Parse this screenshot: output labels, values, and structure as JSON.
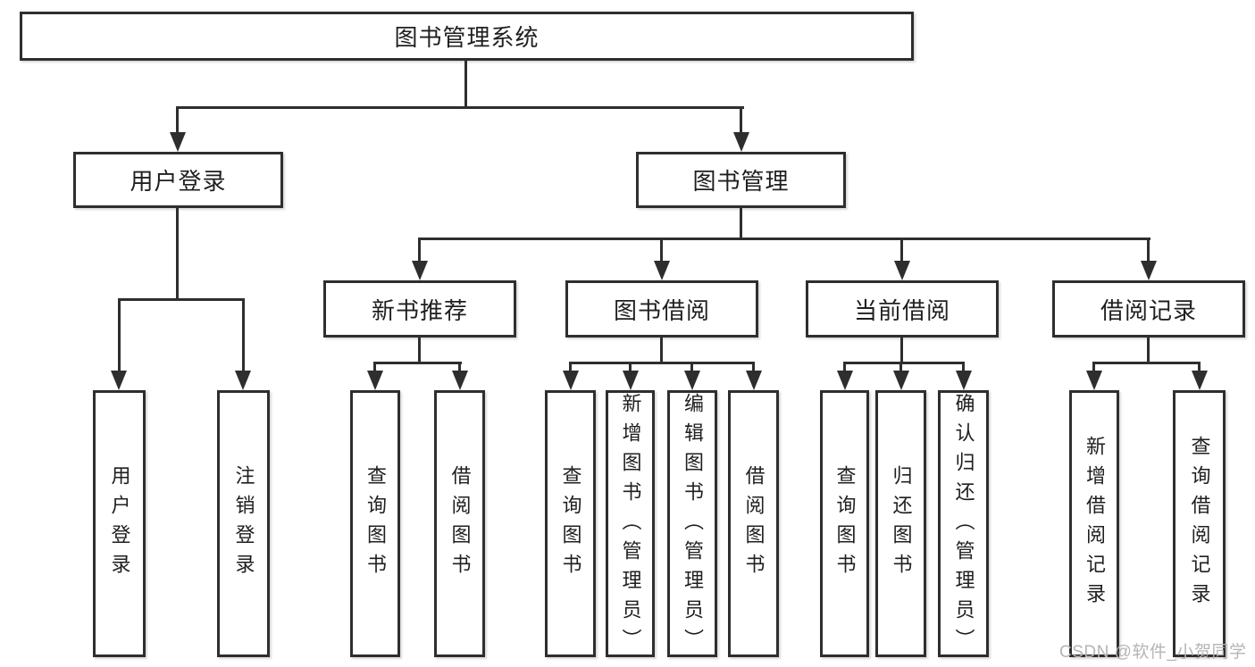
{
  "diagram": {
    "type": "hierarchy-tree",
    "title": "图书管理系统"
  },
  "root": {
    "label": "图书管理系统"
  },
  "level2": {
    "user_login": {
      "label": "用户登录"
    },
    "book_management": {
      "label": "图书管理"
    }
  },
  "level3": {
    "new_book": {
      "label": "新书推荐"
    },
    "book_borrow": {
      "label": "图书借阅"
    },
    "current_borrow": {
      "label": "当前借阅"
    },
    "borrow_record": {
      "label": "借阅记录"
    }
  },
  "leaves": {
    "user_login": [
      "用户登录",
      "注销登录"
    ],
    "new_book": [
      "查询图书",
      "借阅图书"
    ],
    "book_borrow": [
      "查询图书",
      "新增图书（管理员）",
      "编辑图书（管理员）",
      "借阅图书"
    ],
    "current_borrow": [
      "查询图书",
      "归还图书",
      "确认归还（管理员）"
    ],
    "borrow_record": [
      "新增借阅记录",
      "查询借阅记录"
    ]
  },
  "watermark": "CSDN @软件_小贺同学",
  "colors": {
    "line": "#2e2e2e",
    "text": "#1f1f1f",
    "watermark": "#b5b5b5",
    "background": "#ffffff"
  }
}
